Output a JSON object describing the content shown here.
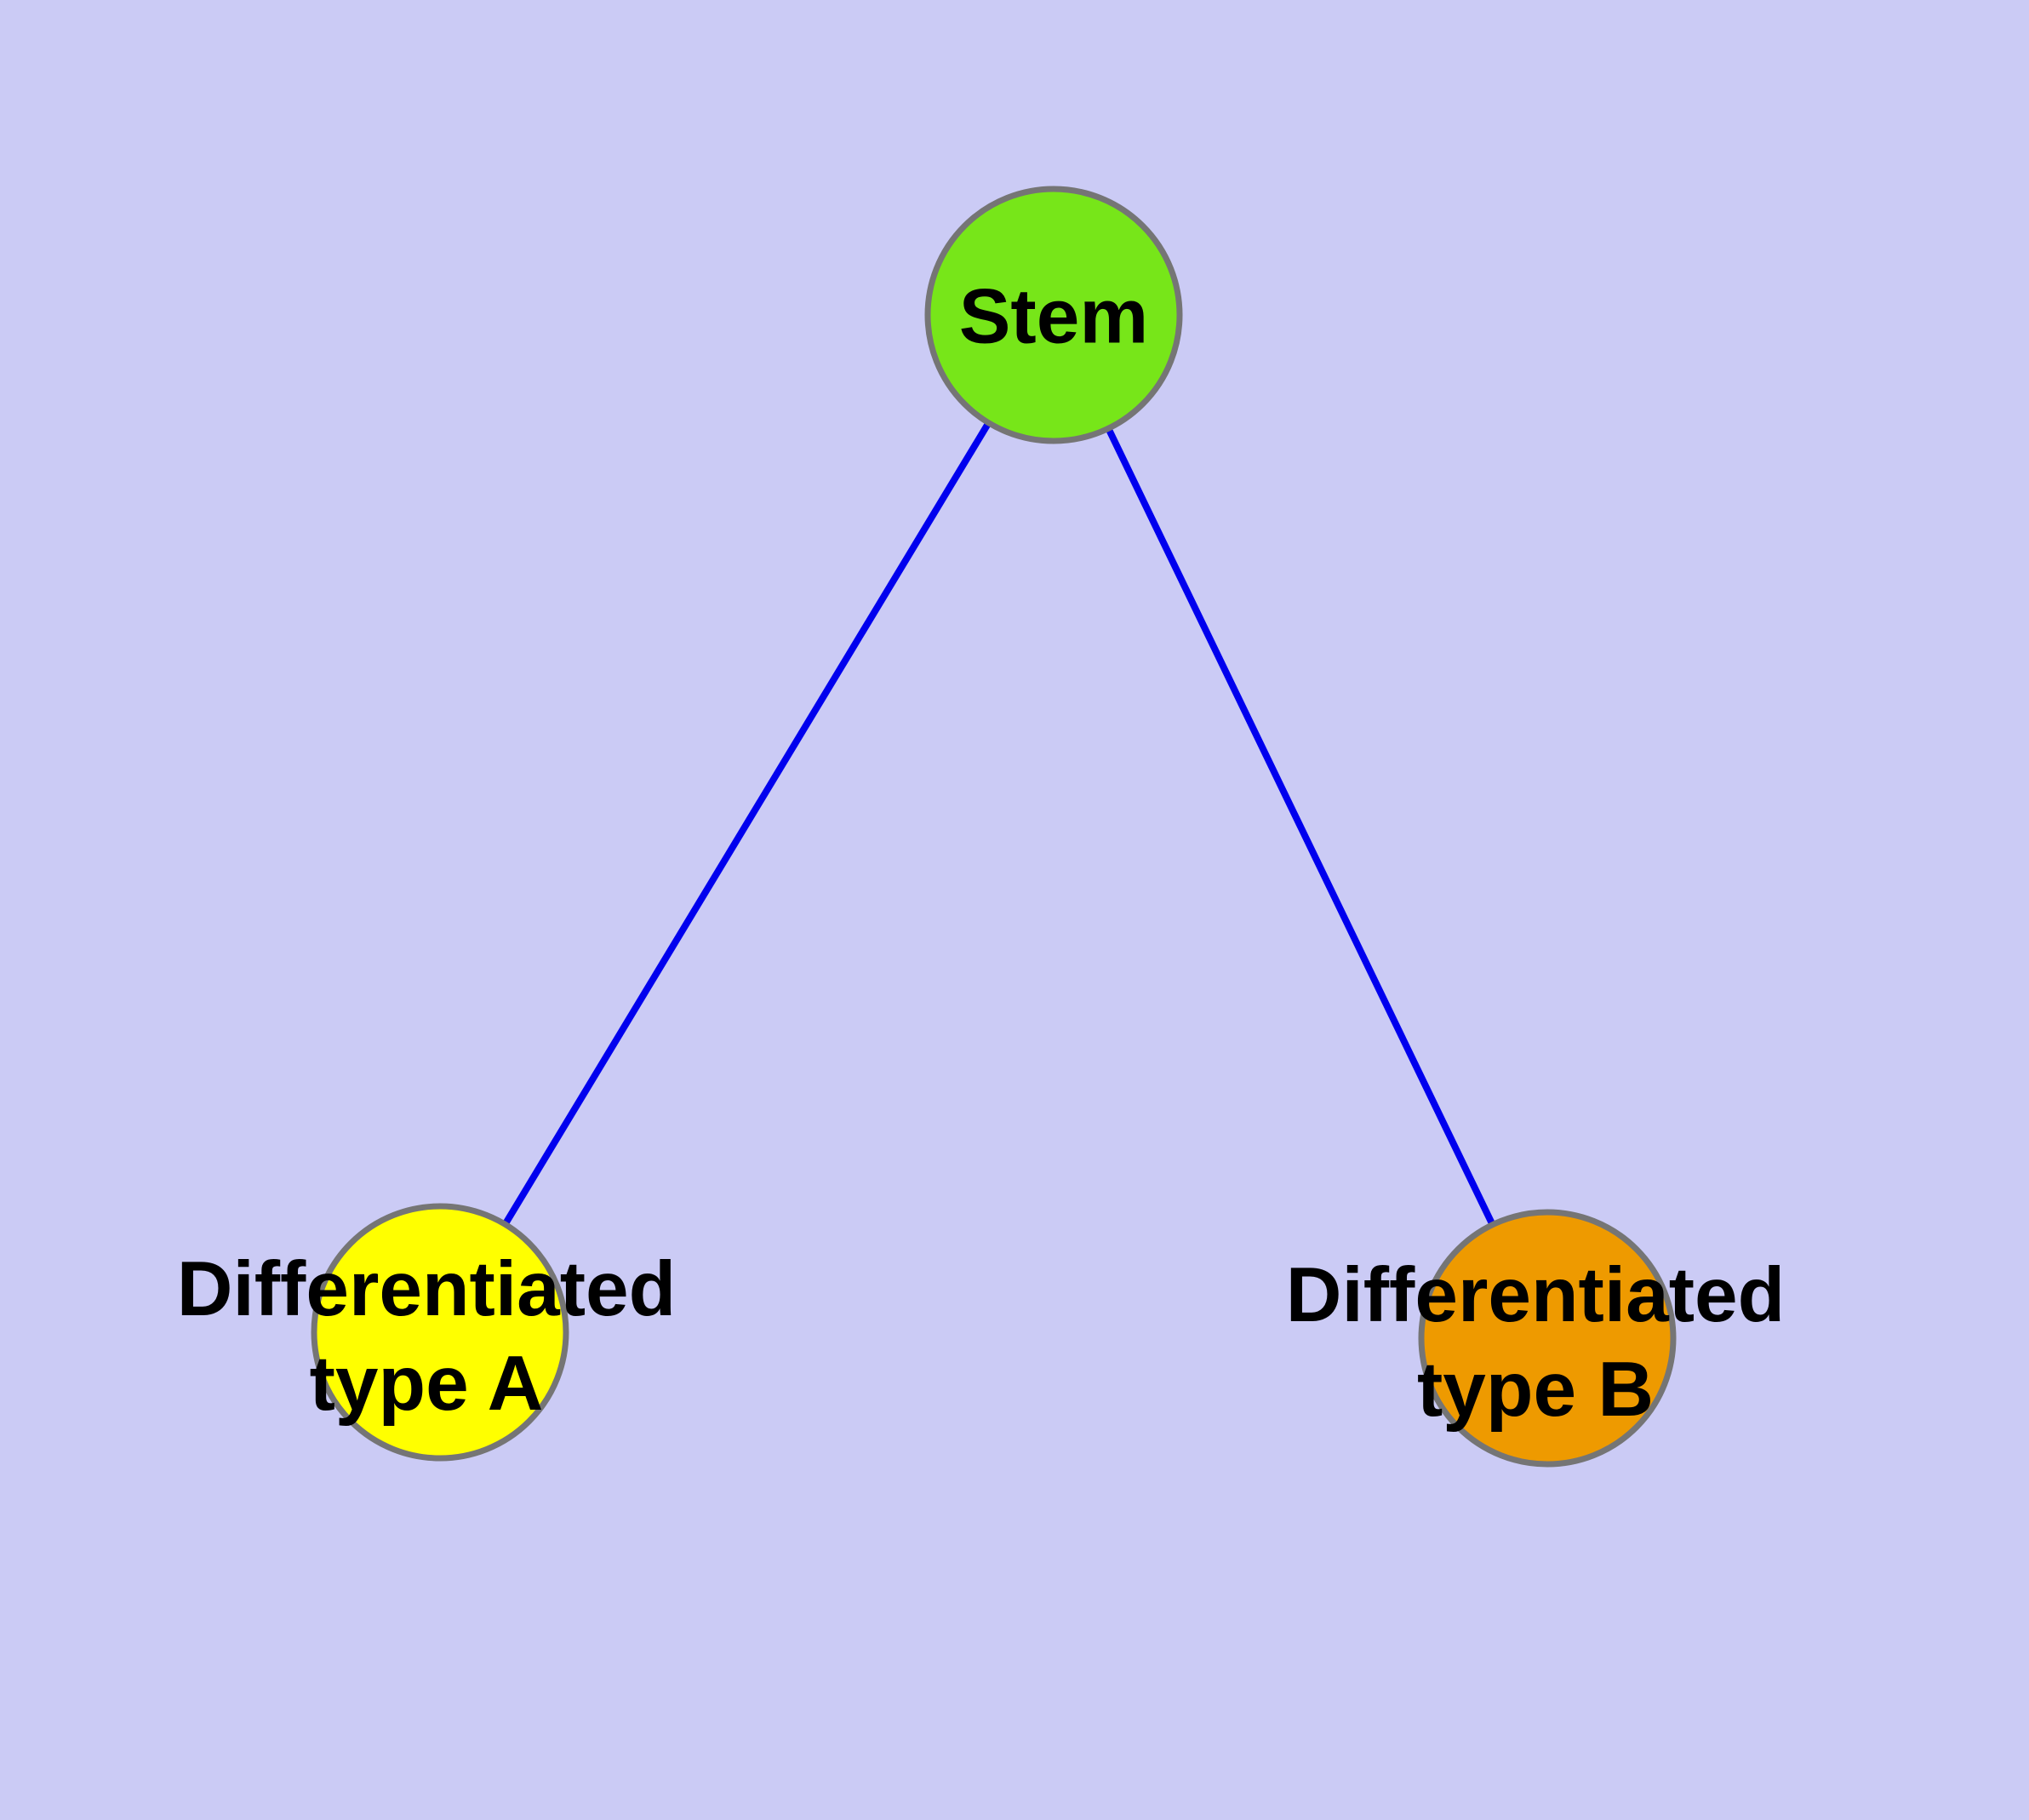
{
  "background_color": "#cbcbf5",
  "colors": {
    "edge": "#0000ee",
    "node_border": "#757575",
    "label_text": "#000000"
  },
  "graph": {
    "type": "node-link-diagram",
    "nodes": [
      {
        "id": "stem",
        "label": "Stem",
        "color": "#77e619"
      },
      {
        "id": "differentiated_type_a",
        "label_line1": "Differentiated",
        "label_line2": "type A",
        "color": "#ffff00"
      },
      {
        "id": "differentiated_type_b",
        "label_line1": "Differentiated",
        "label_line2": "type B",
        "color": "#ee9a00"
      }
    ],
    "edges": [
      {
        "from": "Stem",
        "to": "Differentiated type A"
      },
      {
        "from": "Stem",
        "to": "Differentiated type B"
      }
    ]
  }
}
